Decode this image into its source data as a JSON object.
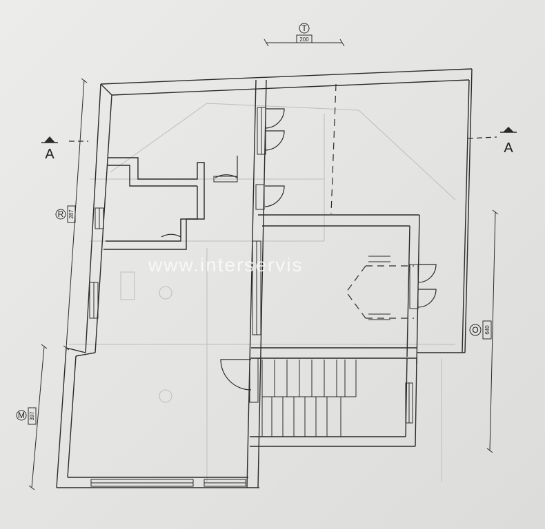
{
  "dimensions": {
    "top": {
      "letter": "T",
      "value": "200"
    },
    "left": {
      "letter": "R",
      "value": "287"
    },
    "lower": {
      "letter": "M",
      "value": "397"
    },
    "right": {
      "letter": "O",
      "value": "640"
    }
  },
  "section_markers": {
    "left": "A",
    "right": "A"
  },
  "watermark": "www.interservis",
  "colors": {
    "paper": "#e6e6e4",
    "line": "#2a2a2a",
    "ghost": "#b9b9b7"
  }
}
